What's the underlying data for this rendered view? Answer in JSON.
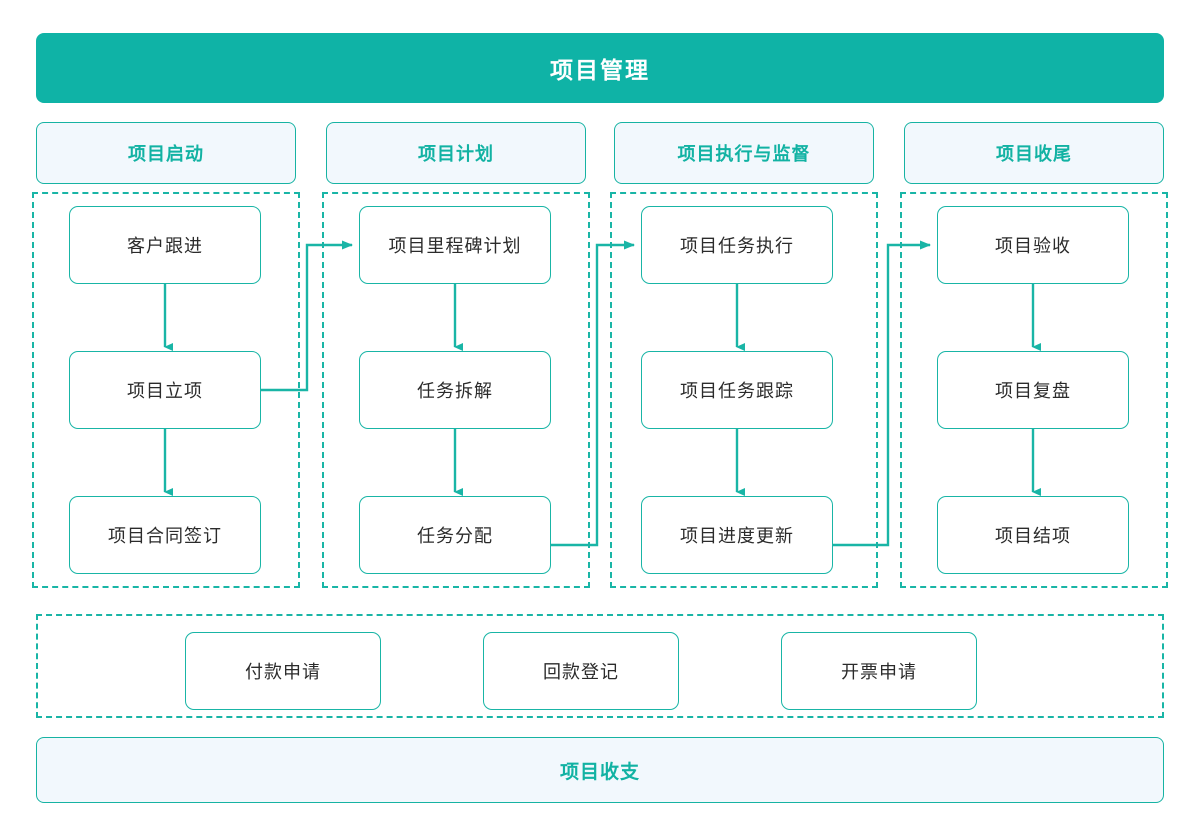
{
  "banner": {
    "title": "项目管理"
  },
  "phases": [
    {
      "header": "项目启动",
      "nodes": [
        "客户跟进",
        "项目立项",
        "项目合同签订"
      ]
    },
    {
      "header": "项目计划",
      "nodes": [
        "项目里程碑计划",
        "任务拆解",
        "任务分配"
      ]
    },
    {
      "header": "项目执行与监督",
      "nodes": [
        "项目任务执行",
        "项目任务跟踪",
        "项目进度更新"
      ]
    },
    {
      "header": "项目收尾",
      "nodes": [
        "项目验收",
        "项目复盘",
        "项目结项"
      ]
    }
  ],
  "finance": {
    "nodes": [
      "付款申请",
      "回款登记",
      "开票申请"
    ]
  },
  "footer": {
    "title": "项目收支"
  },
  "colors": {
    "banner_fill": "#0FB3A6",
    "banner_text": "#FFFFFF",
    "accent": "#19B5A6",
    "header_fill": "#F2F8FD",
    "header_text": "#12B2A3",
    "node_fill": "#FFFFFF",
    "node_text": "#2B2B2B",
    "page_background": "#FFFFFF"
  }
}
